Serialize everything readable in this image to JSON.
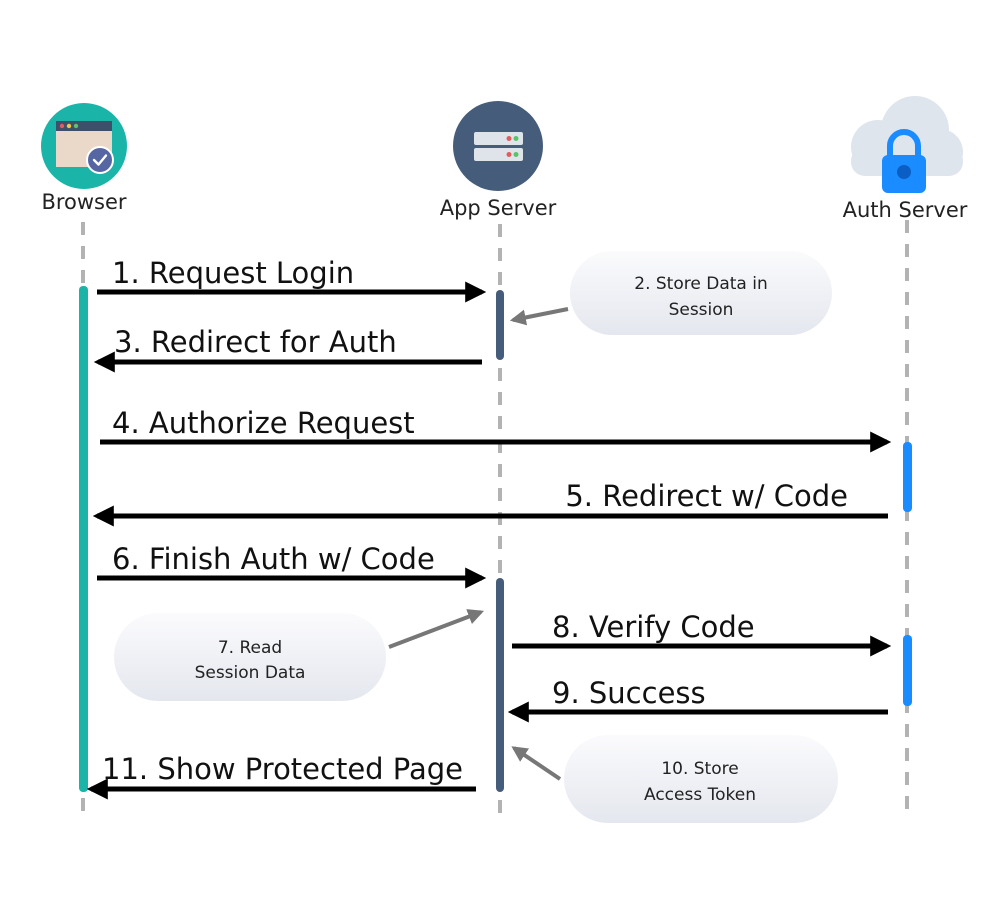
{
  "actors": {
    "browser": {
      "label": "Browser"
    },
    "app": {
      "label": "App Server"
    },
    "auth": {
      "label": "Auth Server"
    }
  },
  "messages": [
    {
      "label": "1. Request Login"
    },
    {
      "label": "3. Redirect for Auth"
    },
    {
      "label": "4. Authorize Request"
    },
    {
      "label": "5. Redirect w/ Code"
    },
    {
      "label": "6. Finish Auth w/ Code"
    },
    {
      "label": "8. Verify Code"
    },
    {
      "label": "9. Success"
    },
    {
      "label": "11. Show Protected Page"
    }
  ],
  "notes": [
    {
      "lines": [
        "2. Store Data in",
        "Session"
      ]
    },
    {
      "lines": [
        "7. Read",
        "Session Data"
      ]
    },
    {
      "lines": [
        "10. Store",
        "Access Token"
      ]
    }
  ],
  "colors": {
    "browser_accent": "#1ab5a8",
    "app_accent": "#455d7a",
    "auth_accent": "#1a8cff",
    "lifeline": "#b3b3b3",
    "arrow": "#000000",
    "note_arrow": "#777777"
  }
}
